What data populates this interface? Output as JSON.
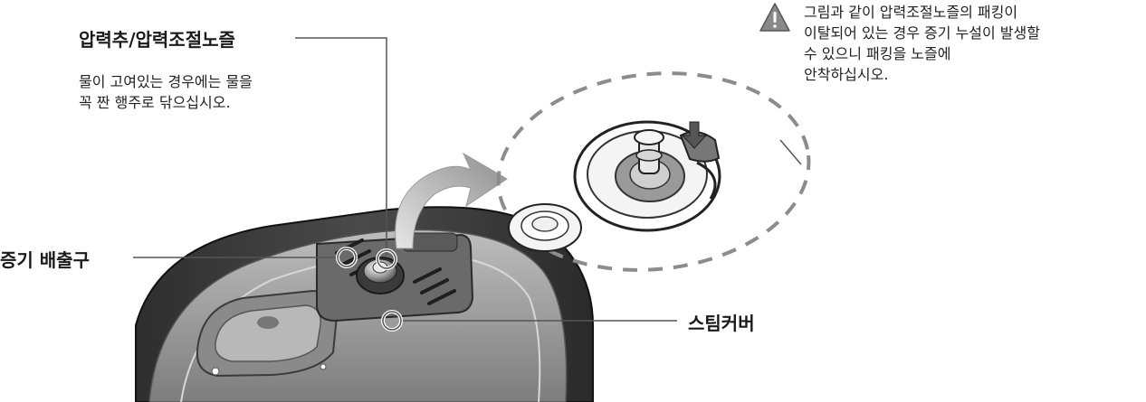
{
  "labels": {
    "pressure_weight": "압력추/압력조절노즐",
    "steam_outlet": "증기 배출구",
    "steam_cover": "스팀커버"
  },
  "pressure_note": {
    "line1": "물이 고여있는 경우에는 물을",
    "line2": "꼭 짠 행주로 닦으십시오."
  },
  "warning": {
    "icon": "warning-triangle-icon",
    "line1": "그림과 같이 압력조절노즐의 패킹이",
    "line2": "이탈되어 있는 경우 증기 누설이 발생할",
    "line3": "수 있으니 패킹을 노즐에",
    "line4": "안착하십시오."
  },
  "colors": {
    "body_dark": "#3a3a3a",
    "lid_gray": "#9a9a9a",
    "callout_line": "#555555",
    "dashed_circle": "#8c8c8c"
  }
}
